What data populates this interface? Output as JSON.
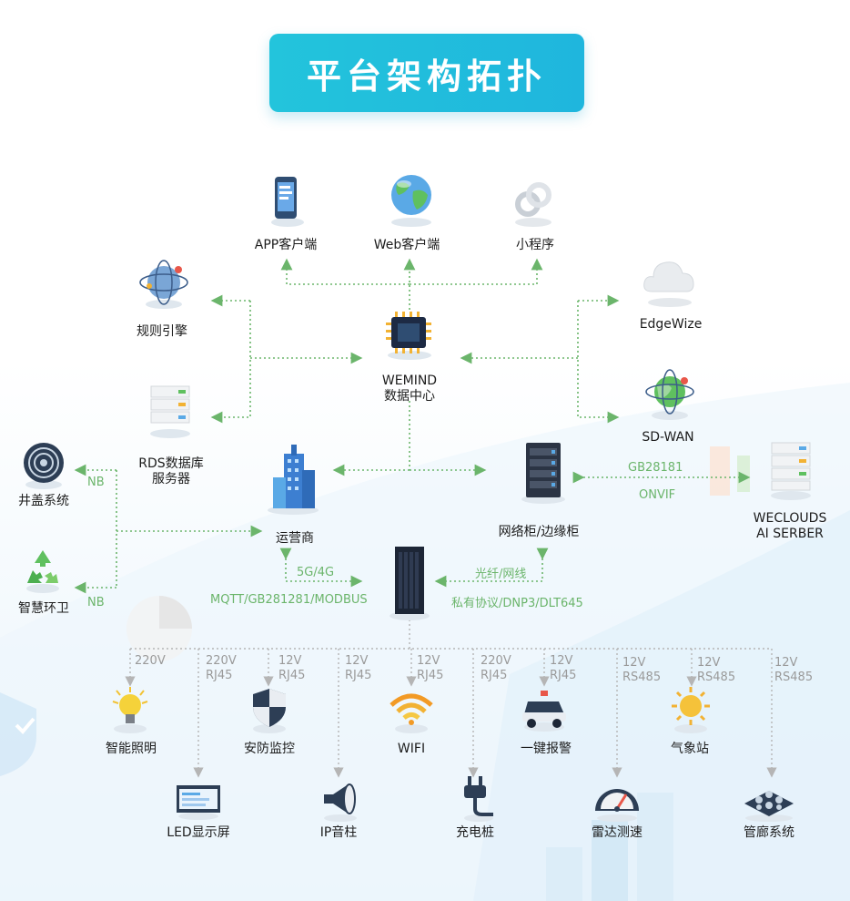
{
  "title": "平台架构拓扑",
  "nodes": {
    "app": "APP客户端",
    "web": "Web客户端",
    "mini": "小程序",
    "rule": "规则引擎",
    "edgewize": "EdgeWize",
    "wemind_1": "WEMIND",
    "wemind_2": "数据中心",
    "sdwan": "SD-WAN",
    "rds_1": "RDS数据库",
    "rds_2": "服务器",
    "cabinet": "网络柜/边缘柜",
    "weclouds_1": "WECLOUDS",
    "weclouds_2": "AI SERBER",
    "manhole": "井盖系统",
    "operator": "运营商",
    "sanitation": "智慧环卫",
    "lighting": "智能照明",
    "security": "安防监控",
    "wifi": "WIFI",
    "alarm": "一键报警",
    "weather": "气象站",
    "led": "LED显示屏",
    "ipspeaker": "IP音柱",
    "charger": "充电桩",
    "radar": "雷达测速",
    "pipe": "管廊系统"
  },
  "protocols": {
    "gb28181": "GB28181",
    "onvif": "ONVIF",
    "nb_top": "NB",
    "nb_bottom": "NB",
    "g5g4": "5G/4G",
    "mqtt": "MQTT/GB281281/MODBUS",
    "fiber": "光纤/网线",
    "private": "私有协议/DNP3/DLT645"
  },
  "ports": {
    "lighting": [
      "220V"
    ],
    "led": [
      "220V",
      "RJ45"
    ],
    "security": [
      "12V",
      "RJ45"
    ],
    "ipspeaker": [
      "12V",
      "RJ45"
    ],
    "wifi": [
      "12V",
      "RJ45"
    ],
    "charger": [
      "220V",
      "RJ45"
    ],
    "alarm": [
      "12V",
      "RJ45"
    ],
    "radar": [
      "12V",
      "RS485"
    ],
    "weather": [
      "12V",
      "RS485"
    ],
    "pipe": [
      "12V",
      "RS485"
    ]
  },
  "colors": {
    "title_bg": "#22c0dc",
    "link": "#6bb56b",
    "device_link": "#b5b5b5"
  }
}
